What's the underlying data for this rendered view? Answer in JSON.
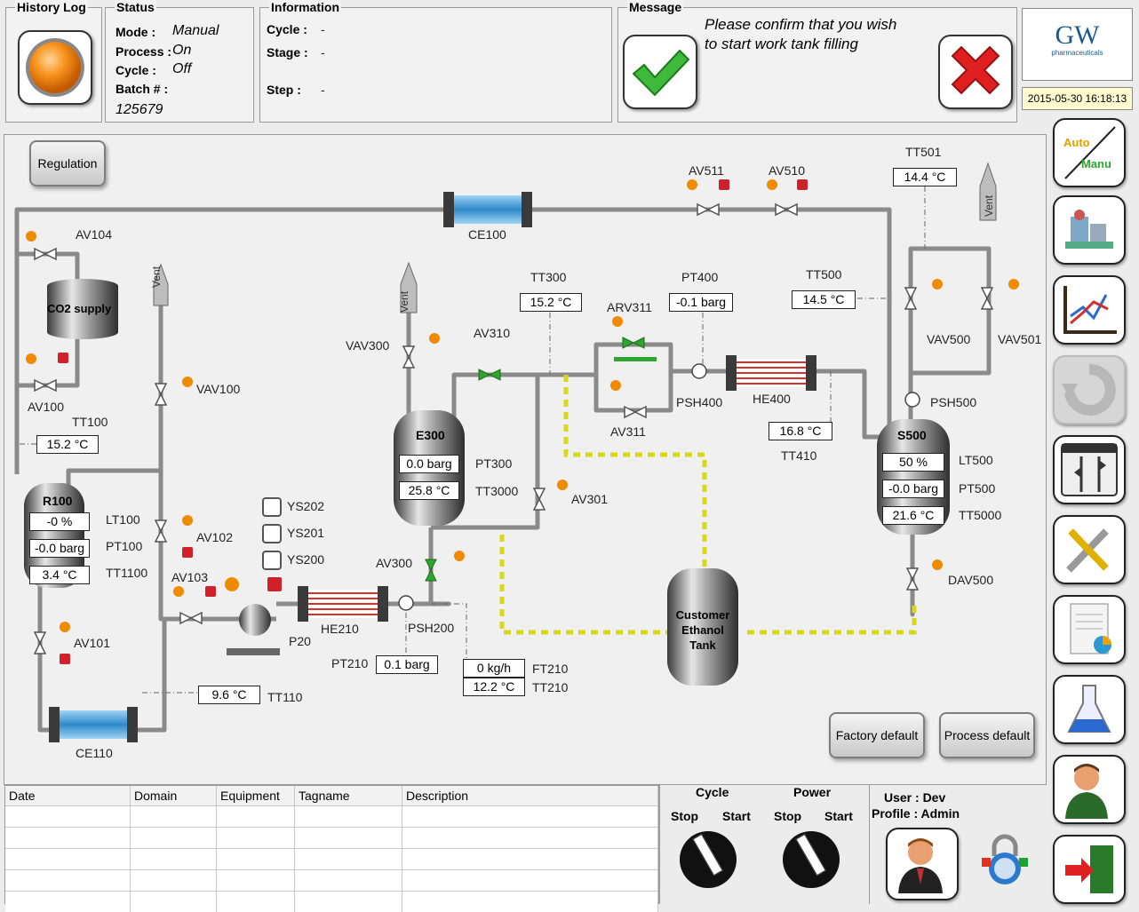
{
  "header": {
    "history_log": "History Log",
    "status": {
      "title": "Status",
      "mode_label": "Mode :",
      "mode_value": "Manual",
      "process_label": "Process :",
      "process_value": "On",
      "cycle_label": "Cycle :",
      "cycle_value": "Off",
      "batch_label": "Batch # :",
      "batch_value": "125679"
    },
    "information": {
      "title": "Information",
      "cycle_label": "Cycle :",
      "cycle_value": "-",
      "stage_label": "Stage :",
      "stage_value": "-",
      "step_label": "Step :",
      "step_value": "-"
    },
    "message": {
      "title": "Message",
      "line1": "Please confirm that you wish",
      "line2": "to start work tank filling"
    },
    "logo": {
      "text": "GW",
      "sub": "pharmaceuticals"
    },
    "datetime": "2015-05-30 16:18:13"
  },
  "diagram": {
    "regulation_button": "Regulation",
    "factory_default": "Factory default",
    "process_default": "Process default",
    "vent_text": "Vent",
    "equipment": {
      "co2_supply": "CO2 supply",
      "r100": "R100",
      "e300": "E300",
      "s500": "S500",
      "customer_tank_1": "Customer",
      "customer_tank_2": "Ethanol",
      "customer_tank_3": "Tank"
    },
    "tags": {
      "av104": "AV104",
      "av100": "AV100",
      "tt100": "TT100",
      "vav100": "VAV100",
      "lt100": "LT100",
      "pt100": "PT100",
      "tt1100": "TT1100",
      "av102": "AV102",
      "av103": "AV103",
      "av101": "AV101",
      "tt110": "TT110",
      "ce110": "CE110",
      "ce100": "CE100",
      "p20": "P20",
      "he210": "HE210",
      "psh200": "PSH200",
      "pt210": "PT210",
      "ft210": "FT210",
      "tt210": "TT210",
      "ys202": "YS202",
      "ys201": "YS201",
      "ys200": "YS200",
      "vav300": "VAV300",
      "av310": "AV310",
      "tt300": "TT300",
      "av300": "AV300",
      "pt300": "PT300",
      "tt3000": "TT3000",
      "av301": "AV301",
      "arv311": "ARV311",
      "av311": "AV311",
      "pt400": "PT400",
      "psh400": "PSH400",
      "he400": "HE400",
      "tt410": "TT410",
      "tt500": "TT500",
      "av511": "AV511",
      "av510": "AV510",
      "tt501": "TT501",
      "vav500": "VAV500",
      "vav501": "VAV501",
      "psh500": "PSH500",
      "lt500": "LT500",
      "pt500": "PT500",
      "tt5000": "TT5000",
      "dav500": "DAV500"
    },
    "readings": {
      "tt100": "15.2 °C",
      "lt100": "-0 %",
      "pt100": "-0.0 barg",
      "tt1100": "3.4 °C",
      "tt110": "9.6 °C",
      "pt210": "0.1 barg",
      "ft210": "0 kg/h",
      "tt210": "12.2 °C",
      "tt300": "15.2 °C",
      "pt300": "0.0 barg",
      "tt3000": "25.8 °C",
      "pt400": "-0.1 barg",
      "tt410": "16.8 °C",
      "tt500": "14.5 °C",
      "tt501": "14.4 °C",
      "lt500": "50 %",
      "pt500": "-0.0 barg",
      "tt5000": "21.6 °C"
    }
  },
  "alarm_table": {
    "columns": [
      "Date",
      "Domain",
      "Equipment",
      "Tagname",
      "Description"
    ],
    "rows": 5
  },
  "controls": {
    "cycle_label": "Cycle",
    "power_label": "Power",
    "stop": "Stop",
    "start": "Start",
    "user": "User : Dev",
    "profile": "Profile : Admin"
  },
  "sidebar": {
    "auto": "Auto",
    "manu": "Manu"
  },
  "colors": {
    "pipe": "#8c8c8c",
    "cooler": "#4aa3df",
    "heater": "#d9302c",
    "valve_green": "#2ea52e",
    "yellow_line": "#d8d81a",
    "orange": "#f08a00",
    "red_icon": "#d0202a"
  },
  "icons": [
    "history-led-icon",
    "confirm-check-icon",
    "cancel-x-icon",
    "auto-manu-icon",
    "plant-3d-icon",
    "trend-chart-icon",
    "refresh-icon",
    "mixer-panel-icon",
    "tools-icon",
    "report-icon",
    "lab-flask-icon",
    "user-admin-icon",
    "exit-door-icon",
    "user-icon",
    "lock-icon"
  ]
}
